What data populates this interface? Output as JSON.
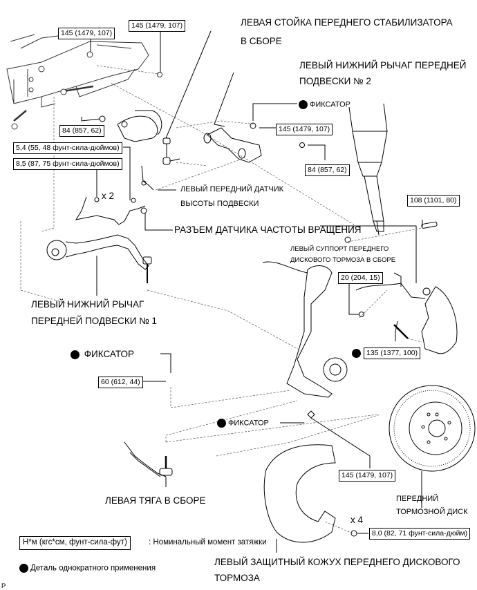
{
  "labels": {
    "stabilizer_link": [
      "ЛЕВАЯ СТОЙКА ПЕРЕДНЕГО СТАБИЛИЗАТОРА",
      "В СБОРЕ"
    ],
    "lower_arm_2": [
      "ЛЕВЫЙ НИЖНИЙ РЫЧАГ ПЕРЕДНЕЙ",
      "ПОДВЕСКИ № 2"
    ],
    "height_sensor": [
      "ЛЕВЫЙ ПЕРЕДНИЙ ДАТЧИК",
      "ВЫСОТЫ ПОДВЕСКИ"
    ],
    "speed_sensor_connector": "РАЗЪЕМ ДАТЧИКА ЧАСТОТЫ ВРАЩЕНИЯ",
    "caliper": [
      "ЛЕВЫЙ СУППОРТ ПЕРЕДНЕГО",
      "ДИСКОВОГО ТОРМОЗА В СБОРЕ"
    ],
    "lower_arm_1": [
      "ЛЕВЫЙ НИЖНИЙ РЫЧАГ",
      "ПЕРЕДНЕЙ ПОДВЕСКИ № 1"
    ],
    "tie_rod": "ЛЕВАЯ ТЯГА В СБОРЕ",
    "brake_disc": [
      "ПЕРЕДНИЙ",
      "ТОРМОЗНОЙ ДИСК"
    ],
    "dust_cover": [
      "ЛЕВЫЙ ЗАЩИТНЫЙ КОЖУХ ПЕРЕДНЕГО ДИСКОВОГО",
      "ТОРМОЗА"
    ],
    "retainer": "ФИКСАТОР",
    "x2": "x 2",
    "x4": "x 4",
    "corner_mark": "P"
  },
  "torques": {
    "subframe_1": "145 (1479, 107)",
    "subframe_2": "145 (1479, 107)",
    "stabilizer_nut": "84 (857, 62)",
    "sensor_bolt_1": "5,4 (55, 48 фунт-сила-дюймов)",
    "sensor_bolt_2": "8,5 (87, 75 фунт-сила-дюймов)",
    "arm2_nut": "145 (1479, 107)",
    "arm2_bolt": "84 (857, 62)",
    "strut_bolt": "108 (1101, 80)",
    "caliper_hose": "20 (204, 15)",
    "caliper_bolt": "135 (1377, 100)",
    "arm1_nut": "60 (612, 44)",
    "tie_rod_nut": "145 (1479, 107)",
    "dust_cover_bolt": "8,0 (82, 71 фунт-сила-дюйм)"
  },
  "legend": {
    "torque_unit": "Н*м (кгс*см, фунт-сила-фут)",
    "torque_desc": ": Номинальный момент затяжки",
    "single_use": "Деталь однократного применения"
  }
}
